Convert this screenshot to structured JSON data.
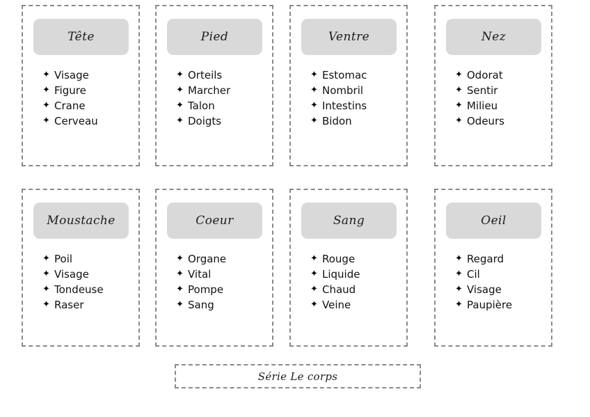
{
  "meta": {
    "bullet_glyph": "✦",
    "card_border_color": "#8a8a8a",
    "header_fill_color": "#d9d9d9",
    "text_color": "#111111",
    "background_color": "#ffffff"
  },
  "footer": {
    "label": "Série Le corps"
  },
  "cards": [
    {
      "title": "Tête",
      "items": [
        "Visage",
        "Figure",
        "Crane",
        "Cerveau"
      ]
    },
    {
      "title": "Pied",
      "items": [
        "Orteils",
        "Marcher",
        "Talon",
        "Doigts"
      ]
    },
    {
      "title": "Ventre",
      "items": [
        "Estomac",
        "Nombril",
        "Intestins",
        "Bidon"
      ]
    },
    {
      "title": "Nez",
      "items": [
        "Odorat",
        "Sentir",
        "Milieu",
        "Odeurs"
      ]
    },
    {
      "title": "Moustache",
      "items": [
        "Poil",
        "Visage",
        "Tondeuse",
        "Raser"
      ]
    },
    {
      "title": "Coeur",
      "items": [
        "Organe",
        "Vital",
        "Pompe",
        "Sang"
      ]
    },
    {
      "title": "Sang",
      "items": [
        "Rouge",
        "Liquide",
        "Chaud",
        "Veine"
      ]
    },
    {
      "title": "Oeil",
      "items": [
        "Regard",
        "Cil",
        "Visage",
        "Paupière"
      ]
    }
  ]
}
